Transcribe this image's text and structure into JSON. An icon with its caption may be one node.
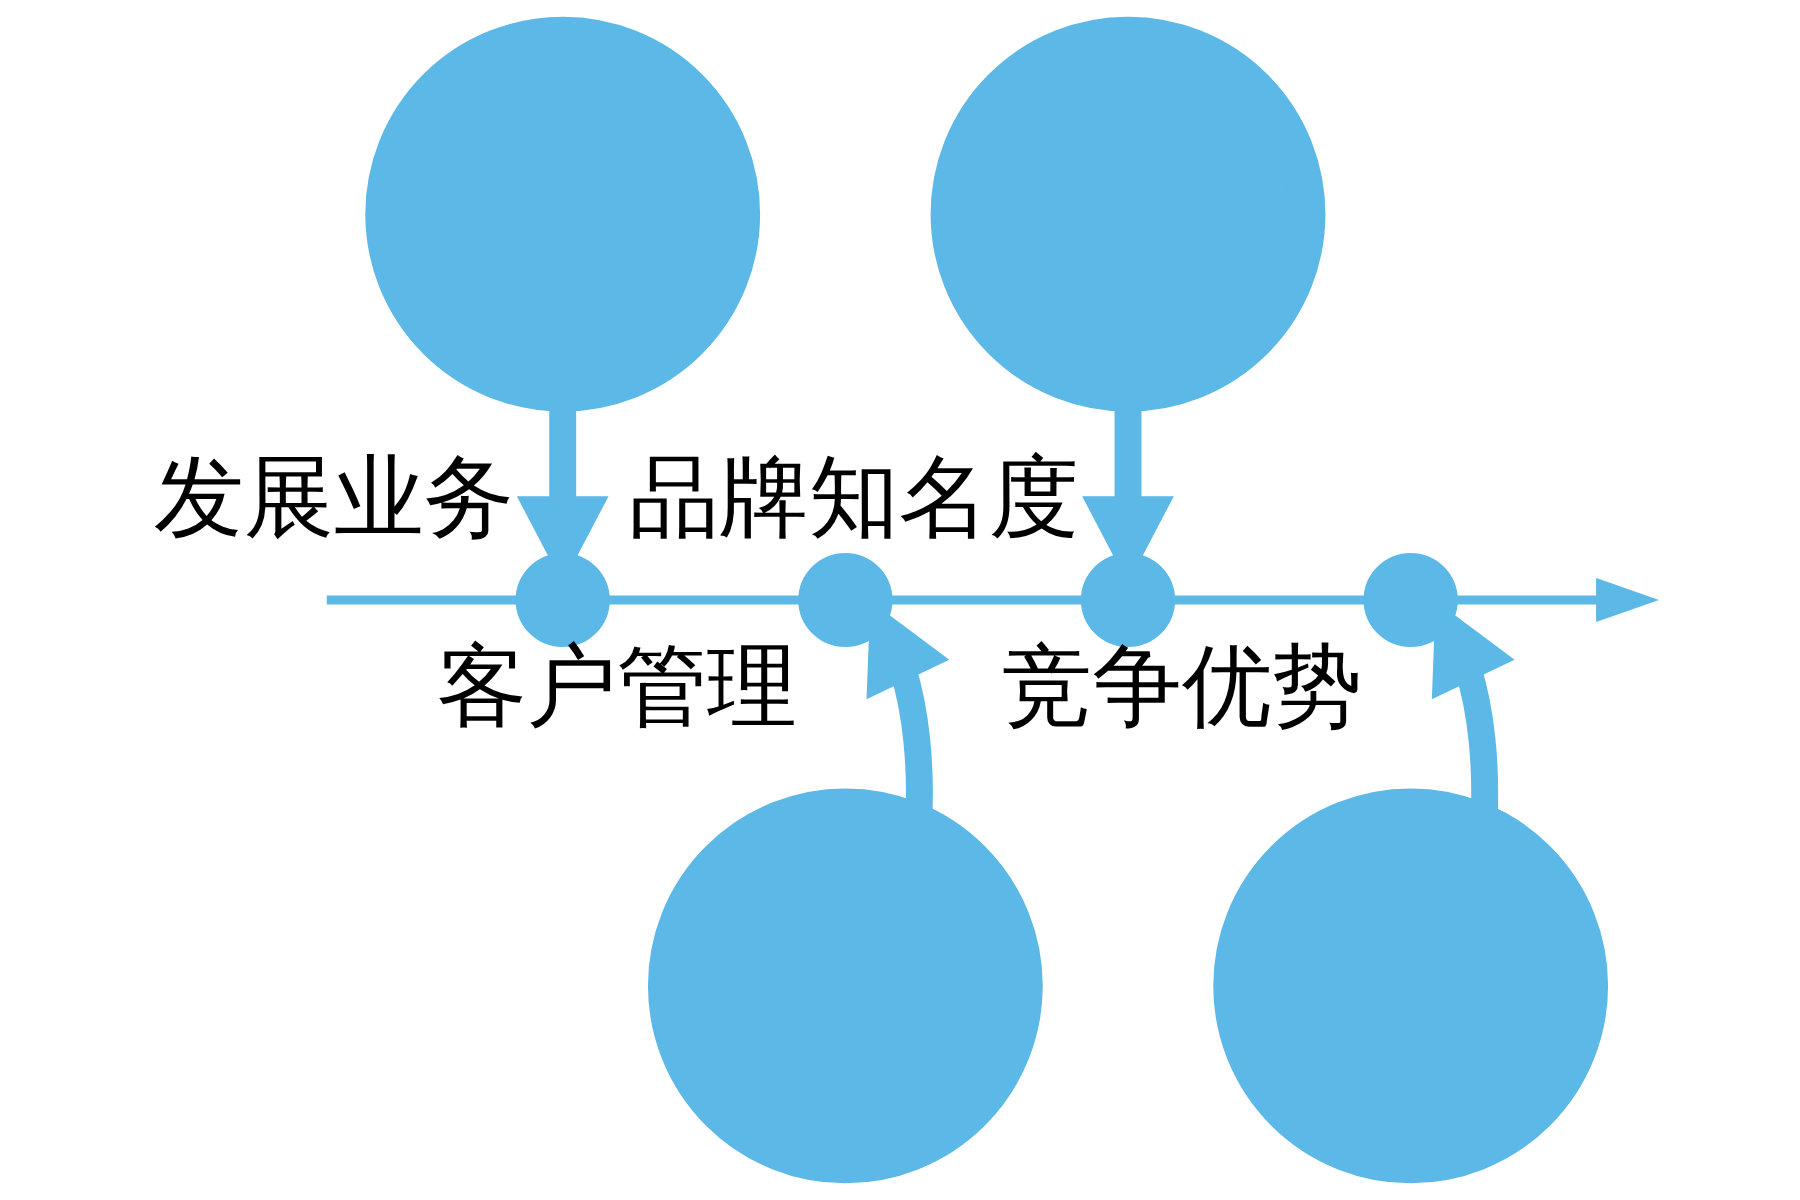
{
  "diagram": {
    "nodes": [
      {
        "text": [],
        "shape": "circle"
      },
      {
        "text": [],
        "shape": "circle",
        "beside": [
          "发展业务"
        ]
      },
      {
        "text": [],
        "shape": "circle",
        "beside": [
          "客户管理"
        ]
      },
      {
        "text": [],
        "shape": "circle"
      },
      {
        "text": [],
        "shape": "circle"
      },
      {
        "text": [],
        "shape": "circle",
        "beside": [
          "品牌知名度"
        ]
      },
      {
        "text": [],
        "shape": "circle",
        "beside": [
          "竞争优势"
        ]
      },
      {
        "text": [],
        "shape": "circle"
      }
    ],
    "edges": [
      {
        "from": 0,
        "to": 1,
        "arrow": "to",
        "style": "thick"
      },
      {
        "from": 3,
        "to": 2,
        "arrow": "to",
        "style": "thick"
      },
      {
        "from": 4,
        "to": 5,
        "arrow": "to",
        "style": "thick"
      },
      {
        "from": 7,
        "to": 6,
        "arrow": "to",
        "style": "thick"
      },
      {
        "from": null,
        "to": 1,
        "arrow": "none"
      },
      {
        "from": 1,
        "to": 2,
        "arrow": "none"
      },
      {
        "from": 2,
        "to": 5,
        "arrow": "none"
      },
      {
        "from": 5,
        "to": 6,
        "arrow": "none"
      },
      {
        "from": 6,
        "to": null,
        "arrow": "to"
      }
    ]
  }
}
